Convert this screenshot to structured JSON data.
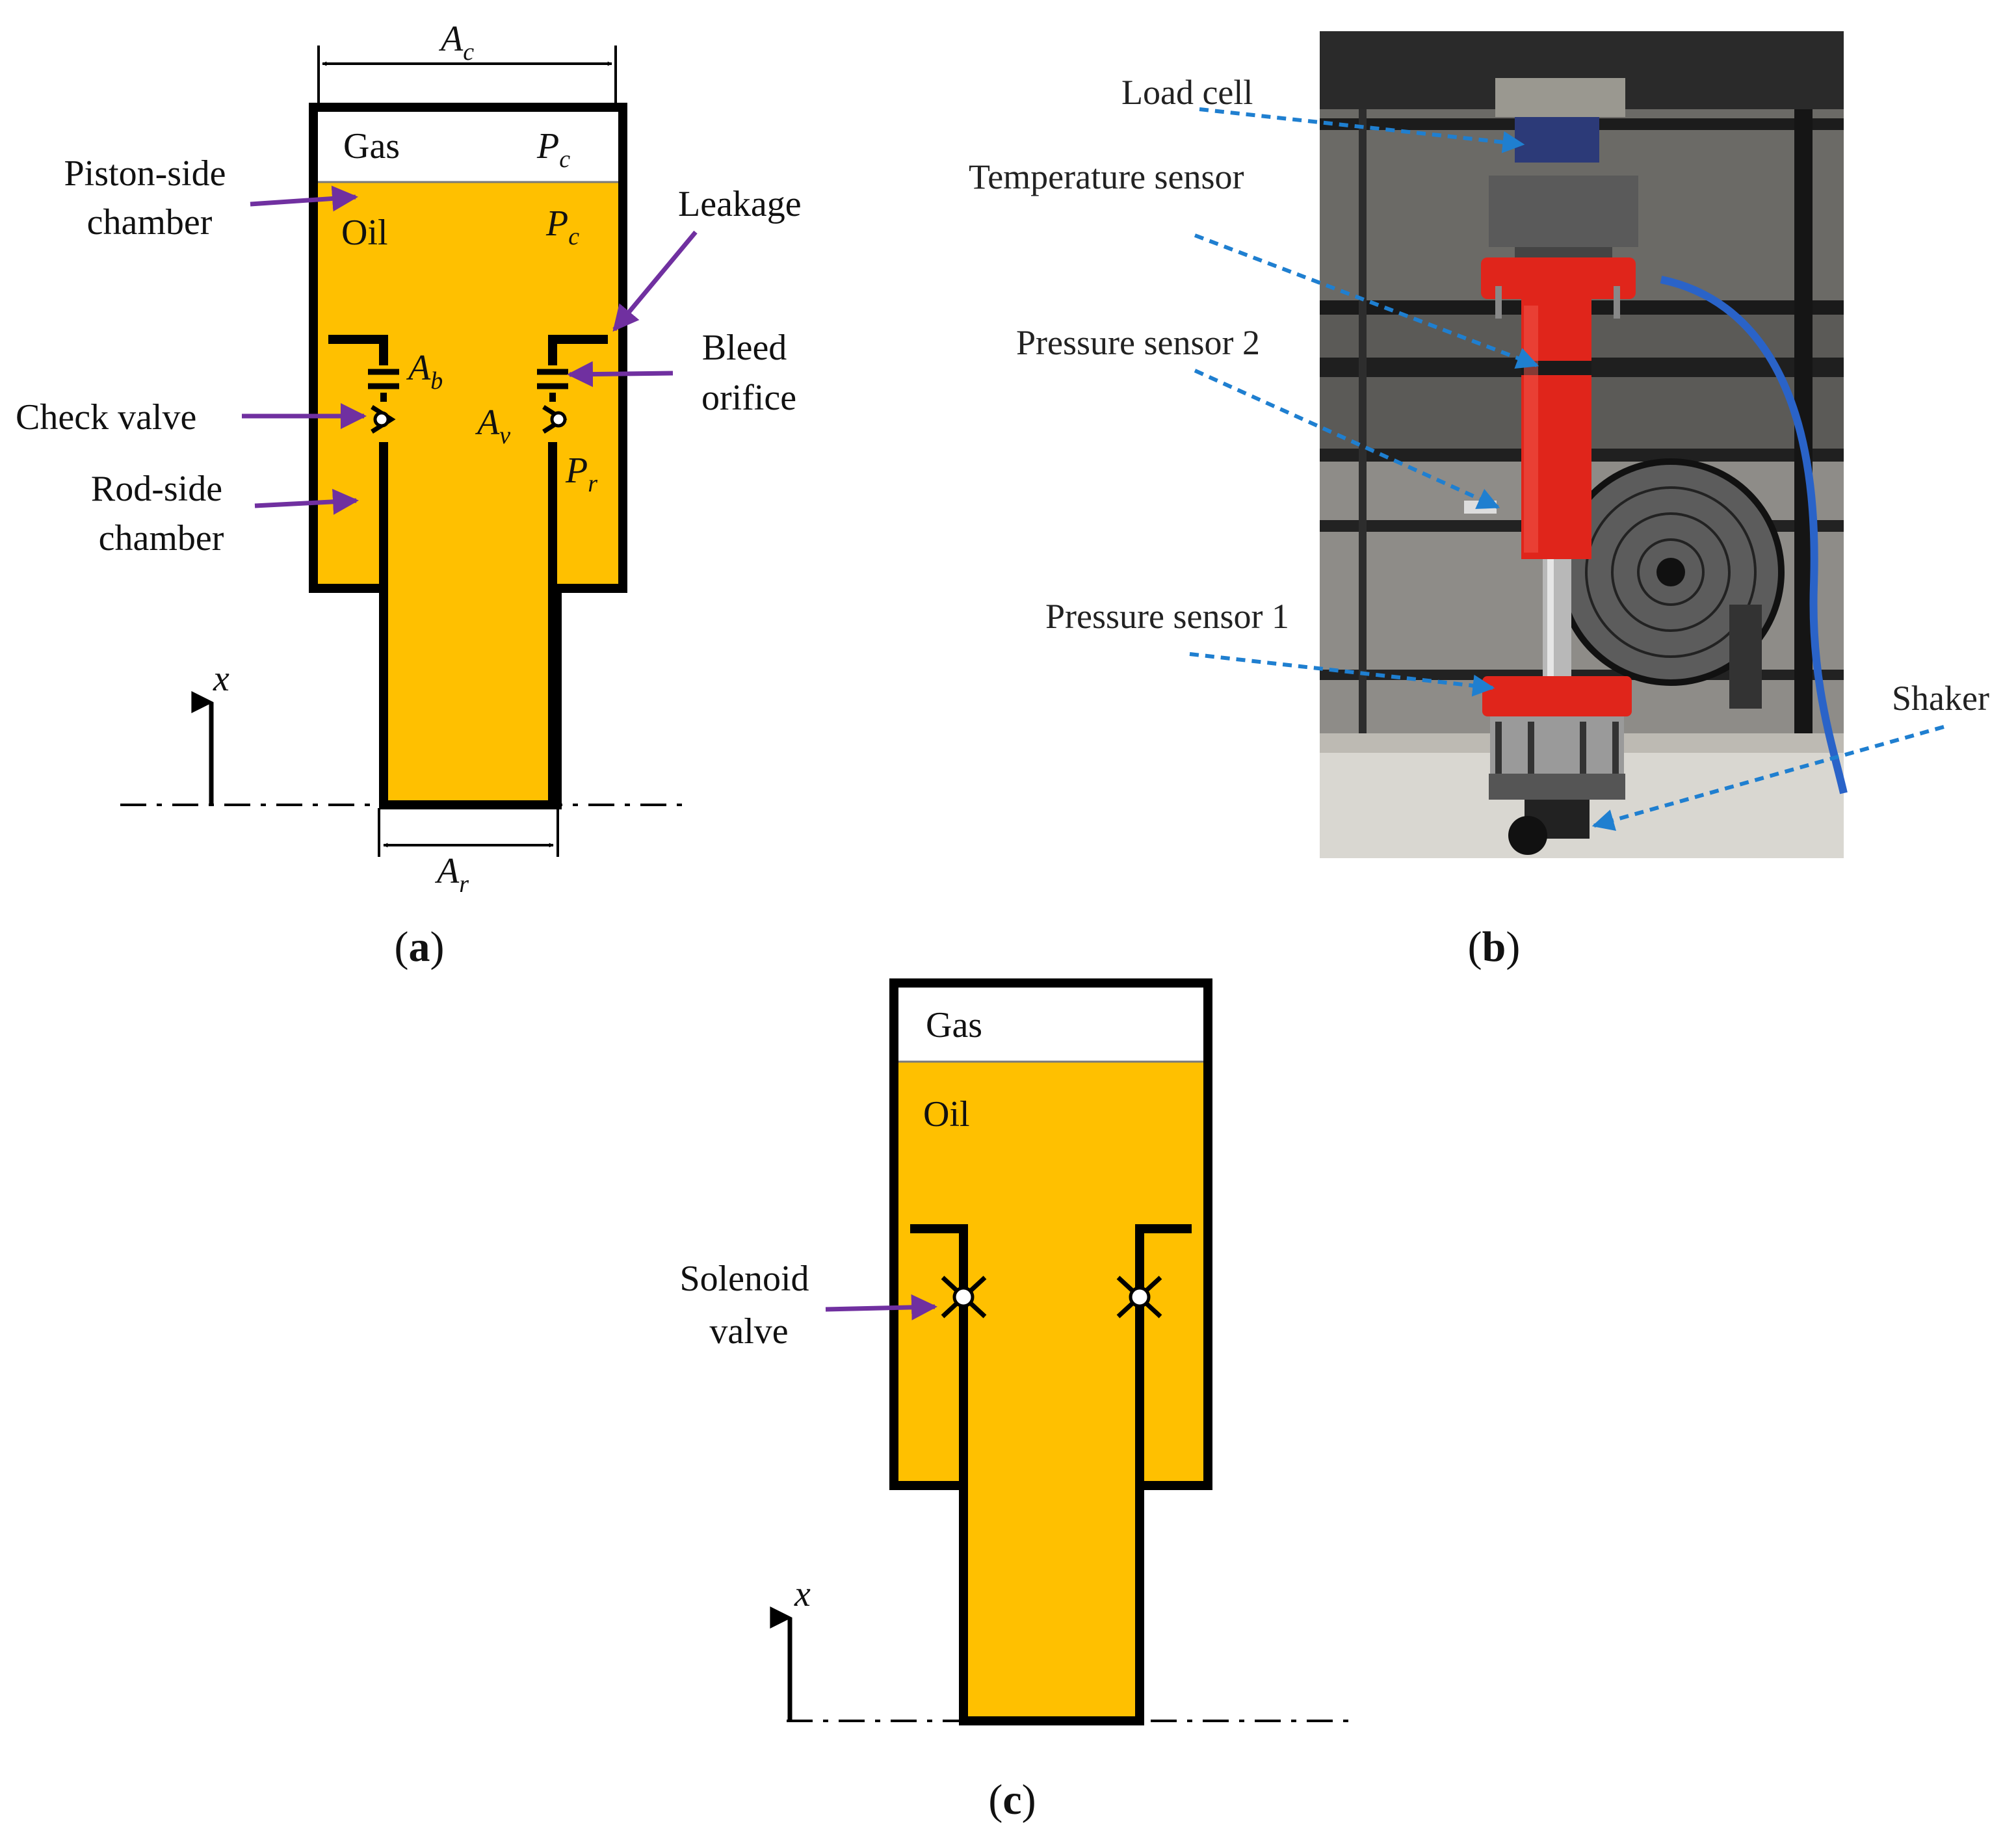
{
  "colors": {
    "oil": "#FFC000",
    "gas": "#FFFFFF",
    "outline": "#000000",
    "pointer_arrow": "#7030A0",
    "sensor_arrow": "#1F7FD0",
    "cylinder_red": "#E0251B"
  },
  "panel_a": {
    "caption_open": "(",
    "caption_letter": "a",
    "caption_close": ")",
    "gas_label": "Gas",
    "oil_label": "Oil",
    "dim_top": {
      "base": "A",
      "sub": "c"
    },
    "dim_bottom": {
      "base": "A",
      "sub": "r"
    },
    "p_gas": {
      "base": "P",
      "sub": "c"
    },
    "p_oil": {
      "base": "P",
      "sub": "c"
    },
    "p_rod": {
      "base": "P",
      "sub": "r"
    },
    "a_bleed": {
      "base": "A",
      "sub": "b"
    },
    "a_valve": {
      "base": "A",
      "sub": "v"
    },
    "axis_label": "x",
    "callouts": {
      "piston_side_line1": "Piston-side",
      "piston_side_line2": "chamber",
      "leakage": "Leakage",
      "bleed_line1": "Bleed",
      "bleed_line2": "orifice",
      "check_valve": "Check valve",
      "rod_side_line1": "Rod-side",
      "rod_side_line2": "chamber"
    }
  },
  "panel_b": {
    "caption_open": "(",
    "caption_letter": "b",
    "caption_close": ")",
    "labels": {
      "load_cell": "Load cell",
      "temperature_sensor": "Temperature sensor",
      "pressure_sensor_2": "Pressure sensor 2",
      "pressure_sensor_1": "Pressure sensor 1",
      "shaker": "Shaker"
    }
  },
  "panel_c": {
    "caption_open": "(",
    "caption_letter": "c",
    "caption_close": ")",
    "gas_label": "Gas",
    "oil_label": "Oil",
    "axis_label": "x",
    "callouts": {
      "solenoid_line1": "Solenoid",
      "solenoid_line2": "valve"
    }
  }
}
